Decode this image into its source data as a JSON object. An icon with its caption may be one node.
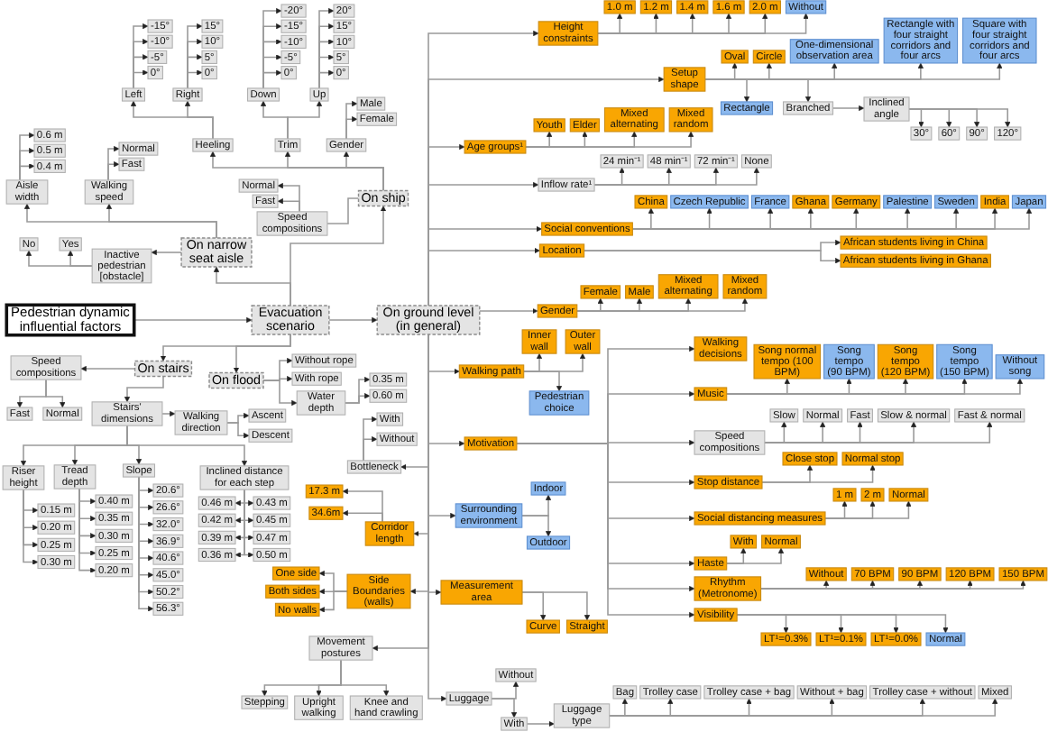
{
  "diagram": {
    "nodes": [
      {
        "text": [
          "Pedestrian dynamic influential factors"
        ]
      },
      {
        "text": [
          "Evacuation scenario"
        ]
      },
      {
        "text": [
          "On ship"
        ]
      },
      {
        "text": [
          "Heeling"
        ]
      },
      {
        "text": [
          "Left"
        ]
      },
      {
        "text": [
          "-15°"
        ]
      },
      {
        "text": [
          "-10°"
        ]
      },
      {
        "text": [
          "-5°"
        ]
      },
      {
        "text": [
          "0°"
        ]
      },
      {
        "text": [
          "Right"
        ]
      },
      {
        "text": [
          "15°"
        ]
      },
      {
        "text": [
          "10°"
        ]
      },
      {
        "text": [
          "5°"
        ]
      },
      {
        "text": [
          "0°"
        ]
      },
      {
        "text": [
          "Trim"
        ]
      },
      {
        "text": [
          "Down"
        ]
      },
      {
        "text": [
          "-20°"
        ]
      },
      {
        "text": [
          "-15°"
        ]
      },
      {
        "text": [
          "-10°"
        ]
      },
      {
        "text": [
          "-5°"
        ]
      },
      {
        "text": [
          "0°"
        ]
      },
      {
        "text": [
          "Up"
        ]
      },
      {
        "text": [
          "20°"
        ]
      },
      {
        "text": [
          "15°"
        ]
      },
      {
        "text": [
          "10°"
        ]
      },
      {
        "text": [
          "5°"
        ]
      },
      {
        "text": [
          "0°"
        ]
      },
      {
        "text": [
          "Gender"
        ]
      },
      {
        "text": [
          "Male"
        ]
      },
      {
        "text": [
          "Female"
        ]
      },
      {
        "text": [
          "Speed compositions"
        ]
      },
      {
        "text": [
          "Normal"
        ]
      },
      {
        "text": [
          "Fast"
        ]
      },
      {
        "text": [
          "On narrow seat aisle"
        ]
      },
      {
        "text": [
          "Inactive pedestrian [obstacle]"
        ]
      },
      {
        "text": [
          "No"
        ]
      },
      {
        "text": [
          "Yes"
        ]
      },
      {
        "text": [
          "Aisle width"
        ]
      },
      {
        "text": [
          "0.6 m"
        ]
      },
      {
        "text": [
          "0.5 m"
        ]
      },
      {
        "text": [
          "0.4 m"
        ]
      },
      {
        "text": [
          "Walking speed"
        ]
      },
      {
        "text": [
          "Normal"
        ]
      },
      {
        "text": [
          "Fast"
        ]
      },
      {
        "text": [
          "On ground level (in general)"
        ]
      },
      {
        "text": [
          "Height constraints"
        ]
      },
      {
        "text": [
          "1.0 m"
        ]
      },
      {
        "text": [
          "1.2 m"
        ]
      },
      {
        "text": [
          "1.4 m"
        ]
      },
      {
        "text": [
          "1.6 m"
        ]
      },
      {
        "text": [
          "2.0 m"
        ]
      },
      {
        "text": [
          "Without"
        ]
      },
      {
        "text": [
          "Setup shape"
        ]
      },
      {
        "text": [
          "Oval"
        ]
      },
      {
        "text": [
          "Circle"
        ]
      },
      {
        "text": [
          "One-dimensional observation area"
        ]
      },
      {
        "text": [
          "Rectangle with four straight corridors and four arcs"
        ]
      },
      {
        "text": [
          "Square with four straight corridors and four arcs"
        ]
      },
      {
        "text": [
          "Rectangle"
        ]
      },
      {
        "text": [
          "Branched"
        ]
      },
      {
        "text": [
          "Inclined angle"
        ]
      },
      {
        "text": [
          "30°"
        ]
      },
      {
        "text": [
          "60°"
        ]
      },
      {
        "text": [
          "90°"
        ]
      },
      {
        "text": [
          "120°"
        ]
      },
      {
        "text": [
          "Age groups¹"
        ]
      },
      {
        "text": [
          "Youth"
        ]
      },
      {
        "text": [
          "Elder"
        ]
      },
      {
        "text": [
          "Mixed alternating"
        ]
      },
      {
        "text": [
          "Mixed random"
        ]
      },
      {
        "text": [
          "Inflow rate¹"
        ]
      },
      {
        "text": [
          "24 min⁻¹"
        ]
      },
      {
        "text": [
          "48 min⁻¹"
        ]
      },
      {
        "text": [
          "72 min⁻¹"
        ]
      },
      {
        "text": [
          "None"
        ]
      },
      {
        "text": [
          "Social conventions"
        ]
      },
      {
        "text": [
          "China"
        ]
      },
      {
        "text": [
          "Czech Republic"
        ]
      },
      {
        "text": [
          "France"
        ]
      },
      {
        "text": [
          "Ghana"
        ]
      },
      {
        "text": [
          "Germany"
        ]
      },
      {
        "text": [
          "Palestine"
        ]
      },
      {
        "text": [
          "Sweden"
        ]
      },
      {
        "text": [
          "India"
        ]
      },
      {
        "text": [
          "Japan"
        ]
      },
      {
        "text": [
          "Location"
        ]
      },
      {
        "text": [
          "African students living in China"
        ]
      },
      {
        "text": [
          "African students living in Ghana"
        ]
      },
      {
        "text": [
          "Gender"
        ]
      },
      {
        "text": [
          "Female"
        ]
      },
      {
        "text": [
          "Male"
        ]
      },
      {
        "text": [
          "Mixed alternating"
        ]
      },
      {
        "text": [
          "Mixed random"
        ]
      },
      {
        "text": [
          "Walking path"
        ]
      },
      {
        "text": [
          "Inner wall"
        ]
      },
      {
        "text": [
          "Outer wall"
        ]
      },
      {
        "text": [
          "Pedestrian choice"
        ]
      },
      {
        "text": [
          "Motivation"
        ]
      },
      {
        "text": [
          "Walking decisions"
        ]
      },
      {
        "text": [
          "Music"
        ]
      },
      {
        "text": [
          "Song normal tempo (100 BPM)"
        ]
      },
      {
        "text": [
          "Song tempo (90 BPM)"
        ]
      },
      {
        "text": [
          "Song tempo (120 BPM)"
        ]
      },
      {
        "text": [
          "Song tempo (150 BPM)"
        ]
      },
      {
        "text": [
          "Without song"
        ]
      },
      {
        "text": [
          "Speed compositions"
        ]
      },
      {
        "text": [
          "Slow"
        ]
      },
      {
        "text": [
          "Normal"
        ]
      },
      {
        "text": [
          "Fast"
        ]
      },
      {
        "text": [
          "Slow & normal"
        ]
      },
      {
        "text": [
          "Fast & normal"
        ]
      },
      {
        "text": [
          "Stop distance"
        ]
      },
      {
        "text": [
          "Close stop"
        ]
      },
      {
        "text": [
          "Normal stop"
        ]
      },
      {
        "text": [
          "Social distancing measures"
        ]
      },
      {
        "text": [
          "1 m"
        ]
      },
      {
        "text": [
          "2 m"
        ]
      },
      {
        "text": [
          "Normal"
        ]
      },
      {
        "text": [
          "Haste"
        ]
      },
      {
        "text": [
          "With"
        ]
      },
      {
        "text": [
          "Normal"
        ]
      },
      {
        "text": [
          "Rhythm (Metronome)"
        ]
      },
      {
        "text": [
          "Without"
        ]
      },
      {
        "text": [
          "70 BPM"
        ]
      },
      {
        "text": [
          "90 BPM"
        ]
      },
      {
        "text": [
          "120 BPM"
        ]
      },
      {
        "text": [
          "150 BPM"
        ]
      },
      {
        "text": [
          "Visibility"
        ]
      },
      {
        "text": [
          "LT¹=0.3%"
        ]
      },
      {
        "text": [
          "LT¹=0.1%"
        ]
      },
      {
        "text": [
          "LT¹=0.0%"
        ]
      },
      {
        "text": [
          "Normal"
        ]
      },
      {
        "text": [
          "Bottleneck"
        ]
      },
      {
        "text": [
          "With"
        ]
      },
      {
        "text": [
          "Without"
        ]
      },
      {
        "text": [
          "Surrounding environment"
        ]
      },
      {
        "text": [
          "Indoor"
        ]
      },
      {
        "text": [
          "Outdoor"
        ]
      },
      {
        "text": [
          "Corridor length"
        ]
      },
      {
        "text": [
          "17.3 m"
        ]
      },
      {
        "text": [
          "34.6m"
        ]
      },
      {
        "text": [
          "Side Boundaries (walls)"
        ]
      },
      {
        "text": [
          "One side"
        ]
      },
      {
        "text": [
          "Both sides"
        ]
      },
      {
        "text": [
          "No walls"
        ]
      },
      {
        "text": [
          "Measurement area"
        ]
      },
      {
        "text": [
          "Curve"
        ]
      },
      {
        "text": [
          "Straight"
        ]
      },
      {
        "text": [
          "Movement postures"
        ]
      },
      {
        "text": [
          "Stepping"
        ]
      },
      {
        "text": [
          "Upright walking"
        ]
      },
      {
        "text": [
          "Knee and hand crawling"
        ]
      },
      {
        "text": [
          "Luggage"
        ]
      },
      {
        "text": [
          "Without"
        ]
      },
      {
        "text": [
          "With"
        ]
      },
      {
        "text": [
          "Luggage type"
        ]
      },
      {
        "text": [
          "Bag"
        ]
      },
      {
        "text": [
          "Trolley case"
        ]
      },
      {
        "text": [
          "Trolley case + bag"
        ]
      },
      {
        "text": [
          "Without + bag"
        ]
      },
      {
        "text": [
          "Trolley case + without"
        ]
      },
      {
        "text": [
          "Mixed"
        ]
      },
      {
        "text": [
          "On stairs"
        ]
      },
      {
        "text": [
          "Speed compositions"
        ]
      },
      {
        "text": [
          "Fast"
        ]
      },
      {
        "text": [
          "Normal"
        ]
      },
      {
        "text": [
          "Stairs' dimensions"
        ]
      },
      {
        "text": [
          "Walking direction"
        ]
      },
      {
        "text": [
          "Ascent"
        ]
      },
      {
        "text": [
          "Descent"
        ]
      },
      {
        "text": [
          "Riser height"
        ]
      },
      {
        "text": [
          "0.15 m"
        ]
      },
      {
        "text": [
          "0.20 m"
        ]
      },
      {
        "text": [
          "0.25 m"
        ]
      },
      {
        "text": [
          "0.30 m"
        ]
      },
      {
        "text": [
          "Tread depth"
        ]
      },
      {
        "text": [
          "0.40 m"
        ]
      },
      {
        "text": [
          "0.35 m"
        ]
      },
      {
        "text": [
          "0.30 m"
        ]
      },
      {
        "text": [
          "0.25 m"
        ]
      },
      {
        "text": [
          "0.20 m"
        ]
      },
      {
        "text": [
          "Slope"
        ]
      },
      {
        "text": [
          "20.6°"
        ]
      },
      {
        "text": [
          "26.6°"
        ]
      },
      {
        "text": [
          "32.0°"
        ]
      },
      {
        "text": [
          "36.9°"
        ]
      },
      {
        "text": [
          "40.6°"
        ]
      },
      {
        "text": [
          "45.0°"
        ]
      },
      {
        "text": [
          "50.2°"
        ]
      },
      {
        "text": [
          "56.3°"
        ]
      },
      {
        "text": [
          "Inclined distance for each step"
        ]
      },
      {
        "text": [
          "0.46 m"
        ]
      },
      {
        "text": [
          "0.43 m"
        ]
      },
      {
        "text": [
          "0.42 m"
        ]
      },
      {
        "text": [
          "0.45 m"
        ]
      },
      {
        "text": [
          "0.39 m"
        ]
      },
      {
        "text": [
          "0.47 m"
        ]
      },
      {
        "text": [
          "0.36 m"
        ]
      },
      {
        "text": [
          "0.50 m"
        ]
      },
      {
        "text": [
          "On flood"
        ]
      },
      {
        "text": [
          "Without rope"
        ]
      },
      {
        "text": [
          "With rope"
        ]
      },
      {
        "text": [
          "Water depth"
        ]
      },
      {
        "text": [
          "0.35 m"
        ]
      },
      {
        "text": [
          "0.60 m"
        ]
      }
    ],
    "edges": [
      {
        "from": 0,
        "to": 1,
        "arrow": "to"
      },
      {
        "from": 1,
        "to": 2,
        "arrow": "to"
      },
      {
        "from": 2,
        "to": 3,
        "arrow": "to"
      },
      {
        "from": 3,
        "to": 4,
        "arrow": "to"
      },
      {
        "from": 4,
        "to": 5,
        "arrow": "to"
      },
      {
        "from": 4,
        "to": 6,
        "arrow": "to"
      },
      {
        "from": 4,
        "to": 7,
        "arrow": "to"
      },
      {
        "from": 4,
        "to": 8,
        "arrow": "to"
      },
      {
        "from": 3,
        "to": 9,
        "arrow": "to"
      },
      {
        "from": 9,
        "to": 10,
        "arrow": "to"
      },
      {
        "from": 9,
        "to": 11,
        "arrow": "to"
      },
      {
        "from": 9,
        "to": 12,
        "arrow": "to"
      },
      {
        "from": 9,
        "to": 13,
        "arrow": "to"
      },
      {
        "from": 2,
        "to": 14,
        "arrow": "to"
      },
      {
        "from": 14,
        "to": 15,
        "arrow": "to"
      },
      {
        "from": 15,
        "to": 16,
        "arrow": "to"
      },
      {
        "from": 15,
        "to": 17,
        "arrow": "to"
      },
      {
        "from": 15,
        "to": 18,
        "arrow": "to"
      },
      {
        "from": 15,
        "to": 19,
        "arrow": "to"
      },
      {
        "from": 15,
        "to": 20,
        "arrow": "to"
      },
      {
        "from": 14,
        "to": 21,
        "arrow": "to"
      },
      {
        "from": 21,
        "to": 22,
        "arrow": "to"
      },
      {
        "from": 21,
        "to": 23,
        "arrow": "to"
      },
      {
        "from": 21,
        "to": 24,
        "arrow": "to"
      },
      {
        "from": 21,
        "to": 25,
        "arrow": "to"
      },
      {
        "from": 21,
        "to": 26,
        "arrow": "to"
      },
      {
        "from": 2,
        "to": 27,
        "arrow": "to"
      },
      {
        "from": 27,
        "to": 28,
        "arrow": "to"
      },
      {
        "from": 27,
        "to": 29,
        "arrow": "to"
      },
      {
        "from": 2,
        "to": 30,
        "arrow": "none"
      },
      {
        "from": 30,
        "to": 31,
        "arrow": "to"
      },
      {
        "from": 30,
        "to": 32,
        "arrow": "to"
      },
      {
        "from": 1,
        "to": 33,
        "arrow": "to"
      },
      {
        "from": 33,
        "to": 34,
        "arrow": "to"
      },
      {
        "from": 34,
        "to": 35,
        "arrow": "to"
      },
      {
        "from": 34,
        "to": 36,
        "arrow": "to"
      },
      {
        "from": 33,
        "to": 37,
        "arrow": "to"
      },
      {
        "from": 37,
        "to": 38,
        "arrow": "to"
      },
      {
        "from": 37,
        "to": 39,
        "arrow": "to"
      },
      {
        "from": 37,
        "to": 40,
        "arrow": "to"
      },
      {
        "from": 33,
        "to": 41,
        "arrow": "to"
      },
      {
        "from": 41,
        "to": 42,
        "arrow": "to"
      },
      {
        "from": 41,
        "to": 43,
        "arrow": "to"
      },
      {
        "from": 1,
        "to": 44,
        "arrow": "to"
      },
      {
        "from": 44,
        "to": 45,
        "arrow": "to"
      },
      {
        "from": 45,
        "to": 46,
        "arrow": "to"
      },
      {
        "from": 45,
        "to": 47,
        "arrow": "to"
      },
      {
        "from": 45,
        "to": 48,
        "arrow": "to"
      },
      {
        "from": 45,
        "to": 49,
        "arrow": "to"
      },
      {
        "from": 45,
        "to": 50,
        "arrow": "to"
      },
      {
        "from": 45,
        "to": 51,
        "arrow": "to"
      },
      {
        "from": 44,
        "to": 52,
        "arrow": "to"
      },
      {
        "from": 52,
        "to": 53,
        "arrow": "to"
      },
      {
        "from": 52,
        "to": 54,
        "arrow": "to"
      },
      {
        "from": 52,
        "to": 55,
        "arrow": "to"
      },
      {
        "from": 52,
        "to": 56,
        "arrow": "to"
      },
      {
        "from": 52,
        "to": 57,
        "arrow": "to"
      },
      {
        "from": 52,
        "to": 58,
        "arrow": "to"
      },
      {
        "from": 52,
        "to": 59,
        "arrow": "to"
      },
      {
        "from": 59,
        "to": 60,
        "arrow": "to"
      },
      {
        "from": 60,
        "to": 61,
        "arrow": "to"
      },
      {
        "from": 60,
        "to": 62,
        "arrow": "to"
      },
      {
        "from": 60,
        "to": 63,
        "arrow": "to"
      },
      {
        "from": 60,
        "to": 64,
        "arrow": "to"
      },
      {
        "from": 44,
        "to": 65,
        "arrow": "to"
      },
      {
        "from": 65,
        "to": 66,
        "arrow": "to"
      },
      {
        "from": 65,
        "to": 67,
        "arrow": "to"
      },
      {
        "from": 65,
        "to": 68,
        "arrow": "to"
      },
      {
        "from": 65,
        "to": 69,
        "arrow": "to"
      },
      {
        "from": 44,
        "to": 70,
        "arrow": "to"
      },
      {
        "from": 70,
        "to": 71,
        "arrow": "to"
      },
      {
        "from": 70,
        "to": 72,
        "arrow": "to"
      },
      {
        "from": 70,
        "to": 73,
        "arrow": "to"
      },
      {
        "from": 70,
        "to": 74,
        "arrow": "to"
      },
      {
        "from": 44,
        "to": 75,
        "arrow": "to"
      },
      {
        "from": 75,
        "to": 76,
        "arrow": "to"
      },
      {
        "from": 75,
        "to": 77,
        "arrow": "to"
      },
      {
        "from": 75,
        "to": 78,
        "arrow": "to"
      },
      {
        "from": 75,
        "to": 79,
        "arrow": "to"
      },
      {
        "from": 75,
        "to": 80,
        "arrow": "to"
      },
      {
        "from": 75,
        "to": 81,
        "arrow": "to"
      },
      {
        "from": 75,
        "to": 82,
        "arrow": "to"
      },
      {
        "from": 75,
        "to": 83,
        "arrow": "to"
      },
      {
        "from": 75,
        "to": 84,
        "arrow": "to"
      },
      {
        "from": 44,
        "to": 85,
        "arrow": "to"
      },
      {
        "from": 85,
        "to": 86,
        "arrow": "to"
      },
      {
        "from": 85,
        "to": 87,
        "arrow": "to"
      },
      {
        "from": 44,
        "to": 88,
        "arrow": "to"
      },
      {
        "from": 88,
        "to": 89,
        "arrow": "to"
      },
      {
        "from": 88,
        "to": 90,
        "arrow": "to"
      },
      {
        "from": 88,
        "to": 91,
        "arrow": "to"
      },
      {
        "from": 88,
        "to": 92,
        "arrow": "to"
      },
      {
        "from": 44,
        "to": 93,
        "arrow": "to"
      },
      {
        "from": 93,
        "to": 94,
        "arrow": "to"
      },
      {
        "from": 93,
        "to": 95,
        "arrow": "to"
      },
      {
        "from": 93,
        "to": 96,
        "arrow": "to"
      },
      {
        "from": 44,
        "to": 97,
        "arrow": "to"
      },
      {
        "from": 97,
        "to": 98,
        "arrow": "to"
      },
      {
        "from": 97,
        "to": 99,
        "arrow": "to"
      },
      {
        "from": 99,
        "to": 100,
        "arrow": "to"
      },
      {
        "from": 99,
        "to": 101,
        "arrow": "to"
      },
      {
        "from": 99,
        "to": 102,
        "arrow": "to"
      },
      {
        "from": 99,
        "to": 103,
        "arrow": "to"
      },
      {
        "from": 99,
        "to": 104,
        "arrow": "to"
      },
      {
        "from": 97,
        "to": 105,
        "arrow": "to"
      },
      {
        "from": 105,
        "to": 106,
        "arrow": "to"
      },
      {
        "from": 105,
        "to": 107,
        "arrow": "to"
      },
      {
        "from": 105,
        "to": 108,
        "arrow": "to"
      },
      {
        "from": 105,
        "to": 109,
        "arrow": "to"
      },
      {
        "from": 105,
        "to": 110,
        "arrow": "to"
      },
      {
        "from": 97,
        "to": 111,
        "arrow": "to"
      },
      {
        "from": 111,
        "to": 112,
        "arrow": "to"
      },
      {
        "from": 111,
        "to": 113,
        "arrow": "to"
      },
      {
        "from": 97,
        "to": 114,
        "arrow": "to"
      },
      {
        "from": 114,
        "to": 115,
        "arrow": "to"
      },
      {
        "from": 114,
        "to": 116,
        "arrow": "to"
      },
      {
        "from": 114,
        "to": 117,
        "arrow": "to"
      },
      {
        "from": 97,
        "to": 118,
        "arrow": "to"
      },
      {
        "from": 118,
        "to": 119,
        "arrow": "to"
      },
      {
        "from": 118,
        "to": 120,
        "arrow": "to"
      },
      {
        "from": 97,
        "to": 121,
        "arrow": "to"
      },
      {
        "from": 121,
        "to": 122,
        "arrow": "to"
      },
      {
        "from": 121,
        "to": 123,
        "arrow": "to"
      },
      {
        "from": 121,
        "to": 124,
        "arrow": "to"
      },
      {
        "from": 121,
        "to": 125,
        "arrow": "to"
      },
      {
        "from": 121,
        "to": 126,
        "arrow": "to"
      },
      {
        "from": 97,
        "to": 127,
        "arrow": "to"
      },
      {
        "from": 127,
        "to": 128,
        "arrow": "to"
      },
      {
        "from": 127,
        "to": 129,
        "arrow": "to"
      },
      {
        "from": 127,
        "to": 130,
        "arrow": "to"
      },
      {
        "from": 127,
        "to": 131,
        "arrow": "to"
      },
      {
        "from": 44,
        "to": 132,
        "arrow": "to"
      },
      {
        "from": 132,
        "to": 133,
        "arrow": "to"
      },
      {
        "from": 132,
        "to": 134,
        "arrow": "to"
      },
      {
        "from": 44,
        "to": 135,
        "arrow": "to"
      },
      {
        "from": 135,
        "to": 136,
        "arrow": "to"
      },
      {
        "from": 135,
        "to": 137,
        "arrow": "to"
      },
      {
        "from": 44,
        "to": 138,
        "arrow": "to"
      },
      {
        "from": 138,
        "to": 139,
        "arrow": "to"
      },
      {
        "from": 138,
        "to": 140,
        "arrow": "to"
      },
      {
        "from": 44,
        "to": 141,
        "arrow": "to"
      },
      {
        "from": 141,
        "to": 142,
        "arrow": "to"
      },
      {
        "from": 141,
        "to": 143,
        "arrow": "to"
      },
      {
        "from": 141,
        "to": 144,
        "arrow": "to"
      },
      {
        "from": 44,
        "to": 145,
        "arrow": "to"
      },
      {
        "from": 145,
        "to": 146,
        "arrow": "to"
      },
      {
        "from": 145,
        "to": 147,
        "arrow": "to"
      },
      {
        "from": 44,
        "to": 148,
        "arrow": "to"
      },
      {
        "from": 148,
        "to": 149,
        "arrow": "to"
      },
      {
        "from": 148,
        "to": 150,
        "arrow": "to"
      },
      {
        "from": 148,
        "to": 151,
        "arrow": "to"
      },
      {
        "from": 44,
        "to": 152,
        "arrow": "to"
      },
      {
        "from": 152,
        "to": 153,
        "arrow": "to"
      },
      {
        "from": 152,
        "to": 154,
        "arrow": "to"
      },
      {
        "from": 154,
        "to": 155,
        "arrow": "to"
      },
      {
        "from": 155,
        "to": 156,
        "arrow": "to"
      },
      {
        "from": 155,
        "to": 157,
        "arrow": "to"
      },
      {
        "from": 155,
        "to": 158,
        "arrow": "to"
      },
      {
        "from": 155,
        "to": 159,
        "arrow": "to"
      },
      {
        "from": 155,
        "to": 160,
        "arrow": "to"
      },
      {
        "from": 155,
        "to": 161,
        "arrow": "to"
      },
      {
        "from": 1,
        "to": 162,
        "arrow": "to"
      },
      {
        "from": 162,
        "to": 163,
        "arrow": "to"
      },
      {
        "from": 163,
        "to": 164,
        "arrow": "to"
      },
      {
        "from": 163,
        "to": 165,
        "arrow": "to"
      },
      {
        "from": 162,
        "to": 166,
        "arrow": "to"
      },
      {
        "from": 166,
        "to": 167,
        "arrow": "to"
      },
      {
        "from": 167,
        "to": 168,
        "arrow": "to"
      },
      {
        "from": 167,
        "to": 169,
        "arrow": "to"
      },
      {
        "from": 166,
        "to": 170,
        "arrow": "to"
      },
      {
        "from": 170,
        "to": 171,
        "arrow": "to"
      },
      {
        "from": 170,
        "to": 172,
        "arrow": "to"
      },
      {
        "from": 170,
        "to": 173,
        "arrow": "to"
      },
      {
        "from": 170,
        "to": 174,
        "arrow": "to"
      },
      {
        "from": 166,
        "to": 175,
        "arrow": "to"
      },
      {
        "from": 175,
        "to": 176,
        "arrow": "to"
      },
      {
        "from": 175,
        "to": 177,
        "arrow": "to"
      },
      {
        "from": 175,
        "to": 178,
        "arrow": "to"
      },
      {
        "from": 175,
        "to": 179,
        "arrow": "to"
      },
      {
        "from": 175,
        "to": 180,
        "arrow": "to"
      },
      {
        "from": 166,
        "to": 181,
        "arrow": "to"
      },
      {
        "from": 181,
        "to": 182,
        "arrow": "to"
      },
      {
        "from": 181,
        "to": 183,
        "arrow": "to"
      },
      {
        "from": 181,
        "to": 184,
        "arrow": "to"
      },
      {
        "from": 181,
        "to": 185,
        "arrow": "to"
      },
      {
        "from": 181,
        "to": 186,
        "arrow": "to"
      },
      {
        "from": 181,
        "to": 187,
        "arrow": "to"
      },
      {
        "from": 181,
        "to": 188,
        "arrow": "to"
      },
      {
        "from": 181,
        "to": 189,
        "arrow": "to"
      },
      {
        "from": 166,
        "to": 190,
        "arrow": "to"
      },
      {
        "from": 190,
        "to": 191,
        "arrow": "to"
      },
      {
        "from": 190,
        "to": 192,
        "arrow": "to"
      },
      {
        "from": 190,
        "to": 193,
        "arrow": "to"
      },
      {
        "from": 190,
        "to": 194,
        "arrow": "to"
      },
      {
        "from": 190,
        "to": 195,
        "arrow": "to"
      },
      {
        "from": 190,
        "to": 196,
        "arrow": "to"
      },
      {
        "from": 190,
        "to": 197,
        "arrow": "to"
      },
      {
        "from": 190,
        "to": 198,
        "arrow": "to"
      },
      {
        "from": 1,
        "to": 199,
        "arrow": "to"
      },
      {
        "from": 199,
        "to": 200,
        "arrow": "to"
      },
      {
        "from": 199,
        "to": 201,
        "arrow": "to"
      },
      {
        "from": 199,
        "to": 202,
        "arrow": "to"
      },
      {
        "from": 202,
        "to": 203,
        "arrow": "to"
      },
      {
        "from": 202,
        "to": 204,
        "arrow": "to"
      }
    ]
  }
}
